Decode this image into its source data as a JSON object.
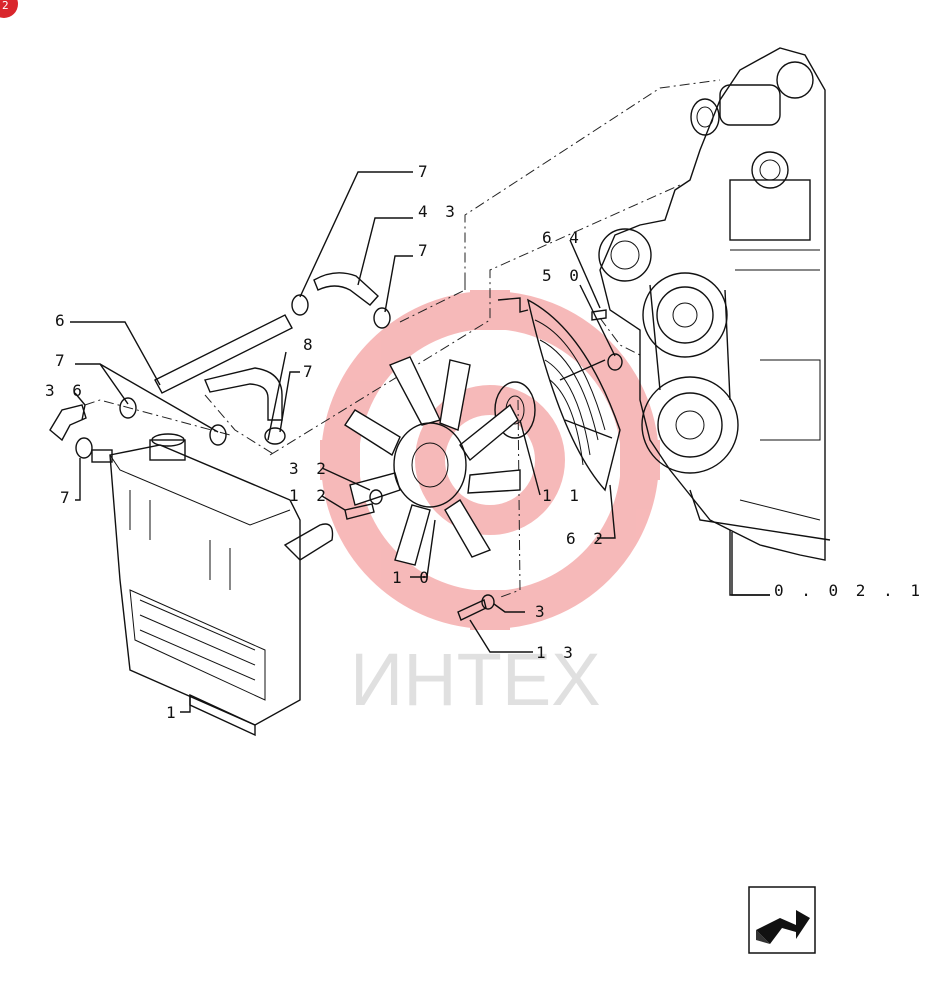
{
  "page": {
    "corner_badge": "2",
    "watermark": "ИНТЕХ",
    "colors": {
      "ink": "#111111",
      "badge": "#d9262c",
      "watermark_red": "#e63a3a",
      "watermark_gray": "#cfcfcf"
    }
  },
  "callouts": {
    "c7_top": "7",
    "c43": "4 3",
    "c7_clamp": "7",
    "c64": "6 4",
    "c50": "5 0",
    "c6": "6",
    "c7_left": "7",
    "c36": "3 6",
    "c7_bottom": "7",
    "c8": "8",
    "c7_hose": "7",
    "c32": "3 2",
    "c12": "1 2",
    "c11": "1 1",
    "c62": "6 2",
    "c10": "1 0",
    "c3": "3",
    "c13": "1 3",
    "c1": "1",
    "c0021": "0 . 0 2 . 1"
  },
  "nav": {
    "icon": "return-arrow-icon"
  }
}
